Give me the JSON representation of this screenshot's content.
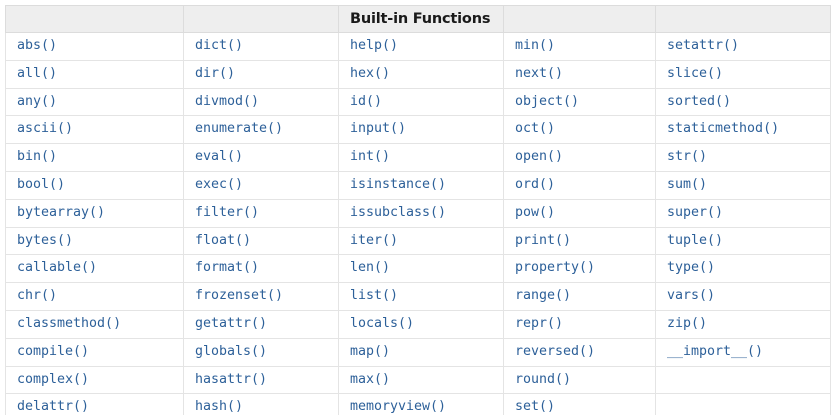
{
  "table": {
    "header": {
      "cells": [
        "",
        "",
        "Built-in Functions",
        "",
        ""
      ],
      "title": "Built-in Functions",
      "title_column_index": 2
    },
    "accent_text_color": "#2d6099",
    "header_background": "#eeeeee",
    "header_text_color": "#1a1a1a",
    "border_color": "#dcdcdc",
    "columns": 5,
    "rows": [
      [
        "abs()",
        "dict()",
        "help()",
        "min()",
        "setattr()"
      ],
      [
        "all()",
        "dir()",
        "hex()",
        "next()",
        "slice()"
      ],
      [
        "any()",
        "divmod()",
        "id()",
        "object()",
        "sorted()"
      ],
      [
        "ascii()",
        "enumerate()",
        "input()",
        "oct()",
        "staticmethod()"
      ],
      [
        "bin()",
        "eval()",
        "int()",
        "open()",
        "str()"
      ],
      [
        "bool()",
        "exec()",
        "isinstance()",
        "ord()",
        "sum()"
      ],
      [
        "bytearray()",
        "filter()",
        "issubclass()",
        "pow()",
        "super()"
      ],
      [
        "bytes()",
        "float()",
        "iter()",
        "print()",
        "tuple()"
      ],
      [
        "callable()",
        "format()",
        "len()",
        "property()",
        "type()"
      ],
      [
        "chr()",
        "frozenset()",
        "list()",
        "range()",
        "vars()"
      ],
      [
        "classmethod()",
        "getattr()",
        "locals()",
        "repr()",
        "zip()"
      ],
      [
        "compile()",
        "globals()",
        "map()",
        "reversed()",
        "__import__()"
      ],
      [
        "complex()",
        "hasattr()",
        "max()",
        "round()",
        ""
      ],
      [
        "delattr()",
        "hash()",
        "memoryview()",
        "set()",
        ""
      ]
    ]
  }
}
